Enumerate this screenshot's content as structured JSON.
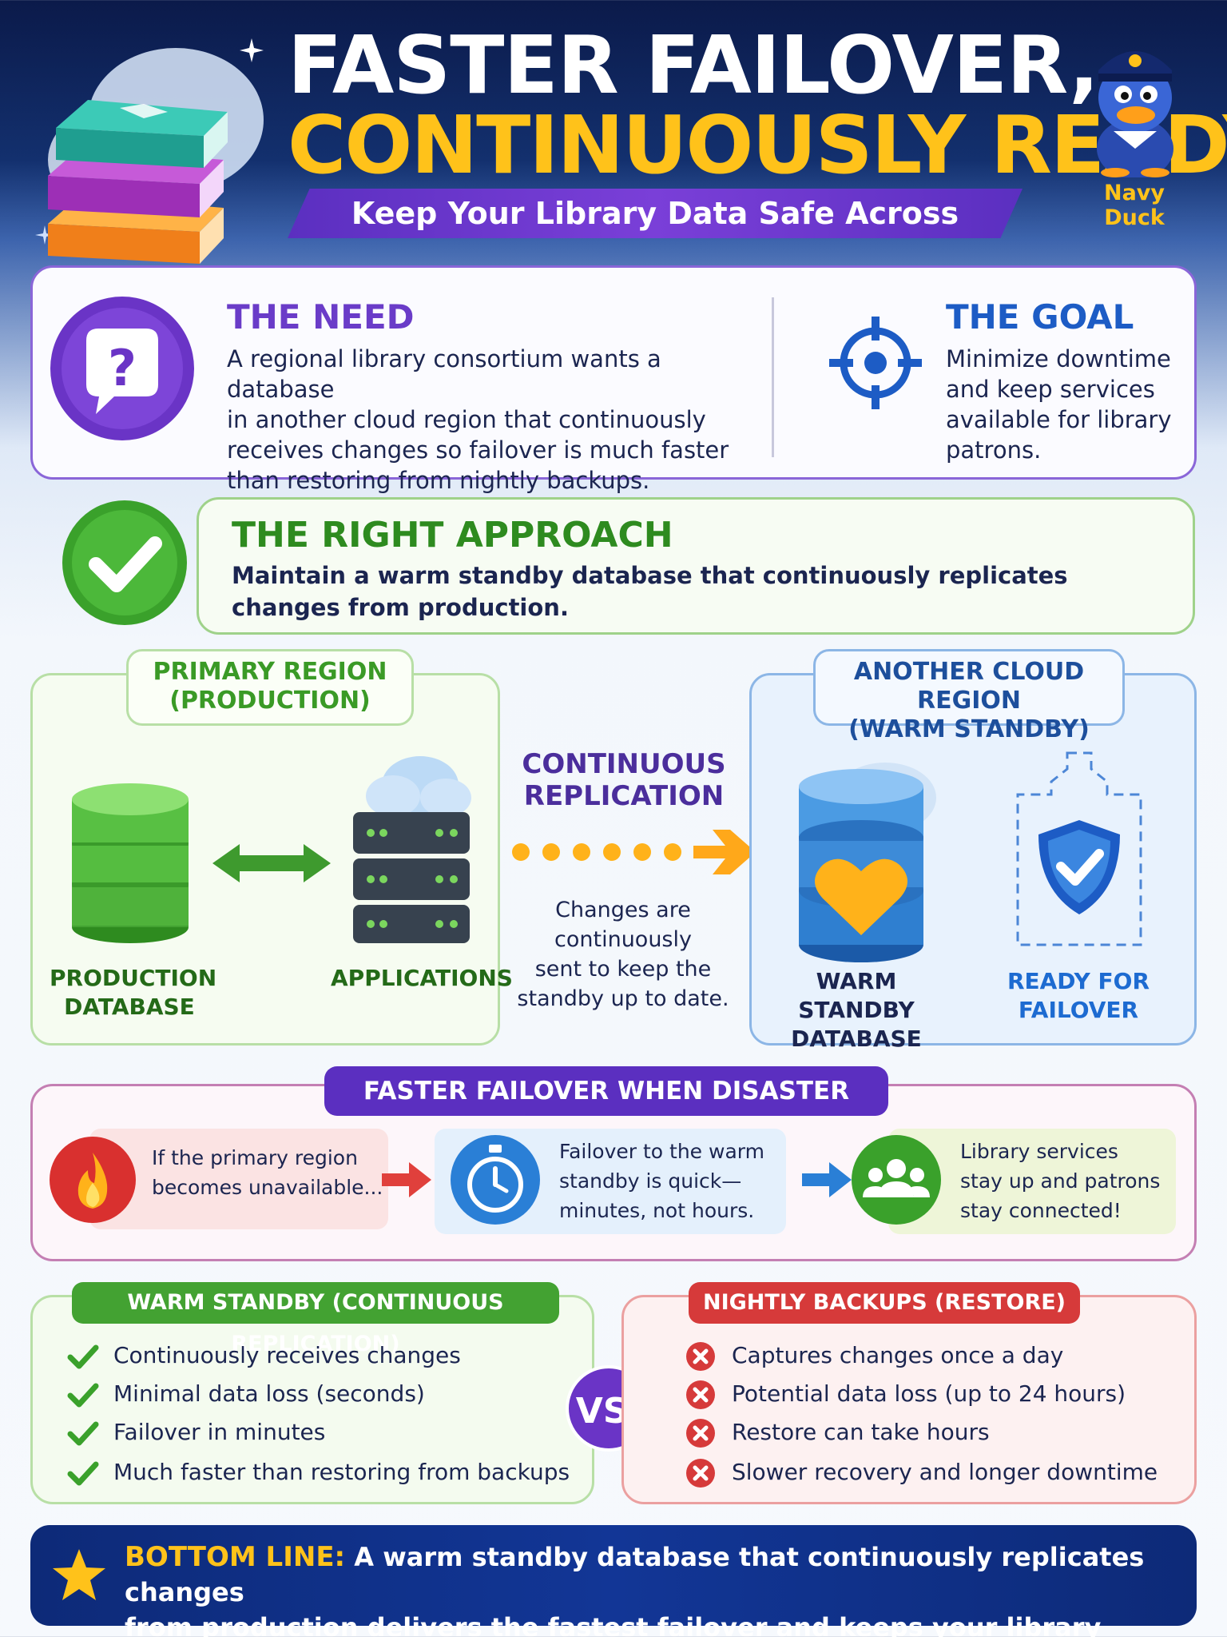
{
  "header": {
    "title_line1": "FASTER FAILOVER,",
    "title_line2": "CONTINUOUSLY READY",
    "subtitle": "Keep Your Library Data Safe Across Regions",
    "brand": "Navy Duck"
  },
  "need": {
    "heading": "THE NEED",
    "lines": [
      "A regional library consortium wants a database",
      "in another cloud region that continuously",
      "receives changes so failover is much faster",
      "than restoring from nightly backups."
    ]
  },
  "goal": {
    "heading": "THE GOAL",
    "lines": [
      "Minimize downtime",
      "and keep services",
      "available for library",
      "patrons."
    ]
  },
  "approach": {
    "heading": "THE RIGHT APPROACH",
    "lines": [
      "Maintain a warm standby database that continuously replicates",
      "changes from production."
    ]
  },
  "primary_region": {
    "tag_line1": "PRIMARY REGION",
    "tag_line2": "(PRODUCTION)",
    "db_line1": "PRODUCTION",
    "db_line2": "DATABASE",
    "apps_label": "APPLICATIONS"
  },
  "replication": {
    "title_line1": "CONTINUOUS",
    "title_line2": "REPLICATION",
    "lines": [
      "Changes are",
      "continuously",
      "sent to keep the",
      "standby up to date."
    ]
  },
  "standby_region": {
    "tag_line1": "ANOTHER CLOUD REGION",
    "tag_line2": "(WARM STANDBY)",
    "db_line1": "WARM STANDBY",
    "db_line2": "DATABASE",
    "ready_line1": "READY FOR",
    "ready_line2": "FAILOVER"
  },
  "failover": {
    "tag": "FASTER FAILOVER WHEN DISASTER STRIKES",
    "step1": [
      "If the primary region",
      "becomes unavailable..."
    ],
    "step2": [
      "Failover to the warm",
      "standby is quick—",
      "minutes, not hours."
    ],
    "step3": [
      "Library services",
      "stay up and patrons",
      "stay connected!"
    ]
  },
  "warm_standby": {
    "tag": "WARM STANDBY (CONTINUOUS REPLICATION)",
    "items": [
      "Continuously receives changes",
      "Minimal data loss (seconds)",
      "Failover in minutes",
      "Much faster than restoring from backups"
    ]
  },
  "vs_label": "VS.",
  "nightly_backups": {
    "tag": "NIGHTLY BACKUPS (RESTORE)",
    "items": [
      "Captures changes once a day",
      "Potential data loss (up to 24 hours)",
      "Restore can take hours",
      "Slower recovery and longer downtime"
    ]
  },
  "bottom": {
    "key": "BOTTOM LINE:",
    "line1_rest": "A warm standby database that continuously replicates changes",
    "line2": "from production delivers the fastest failover and keeps your library services running."
  },
  "colors": {
    "accent_gold": "#ffc21a",
    "purple": "#6a3cc8",
    "green": "#43a232",
    "red": "#d63a3a",
    "blue": "#1d5cc5",
    "navy": "#0d2a78"
  },
  "icons": {
    "books": "books-icon",
    "mascot": "duck-mascot-icon",
    "need": "question-bubble-icon",
    "goal": "target-icon",
    "approach": "checkmark-icon",
    "production_db": "database-icon",
    "apps": "server-icon",
    "standby_db": "database-heart-icon",
    "ready": "shield-check-icon",
    "fire": "fire-icon",
    "timer": "stopwatch-icon",
    "users": "users-icon",
    "star": "star-icon"
  }
}
